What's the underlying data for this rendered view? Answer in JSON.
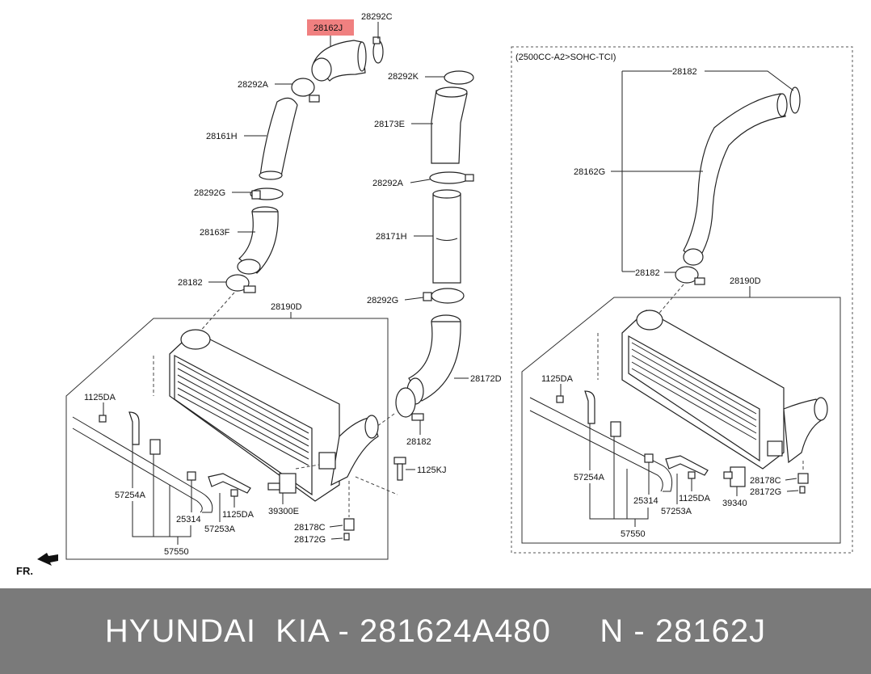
{
  "diagram": {
    "variant_label": "(2500CC-A2>SOHC-TCI)",
    "orientation_label": "FR.",
    "highlight_color": "#f08080",
    "labels": {
      "p28162J": "28162J",
      "p28292C": "28292C",
      "p28292A_left": "28292A",
      "p28161H": "28161H",
      "p28292G_left": "28292G",
      "p28163F": "28163F",
      "p28182_left_top": "28182",
      "p28190D_left": "28190D",
      "p1125DA_left_a": "1125DA",
      "p57254A_left": "57254A",
      "p25314_left": "25314",
      "p1125DA_left_b": "1125DA",
      "p57253A_left": "57253A",
      "p57550_left": "57550",
      "p39300E": "39300E",
      "p28178C_left": "28178C",
      "p28172G_left": "28172G",
      "p28292K": "28292K",
      "p28173E": "28173E",
      "p28292A_mid": "28292A",
      "p28171H": "28171H",
      "p28292G_mid": "28292G",
      "p28172D": "28172D",
      "p28182_mid": "28182",
      "p1125KJ": "1125KJ",
      "p28182_right_top": "28182",
      "p28162G": "28162G",
      "p28182_right_bottom": "28182",
      "p28190D_right": "28190D",
      "p1125DA_right_a": "1125DA",
      "p57254A_right": "57254A",
      "p25314_right": "25314",
      "p1125DA_right_b": "1125DA",
      "p57253A_right": "57253A",
      "p57550_right": "57550",
      "p39340": "39340",
      "p28178C_right": "28178C",
      "p28172G_right": "28172G"
    }
  },
  "footer": {
    "text": "HYUNDAI  KIA - 281624A480     N - 28162J"
  }
}
